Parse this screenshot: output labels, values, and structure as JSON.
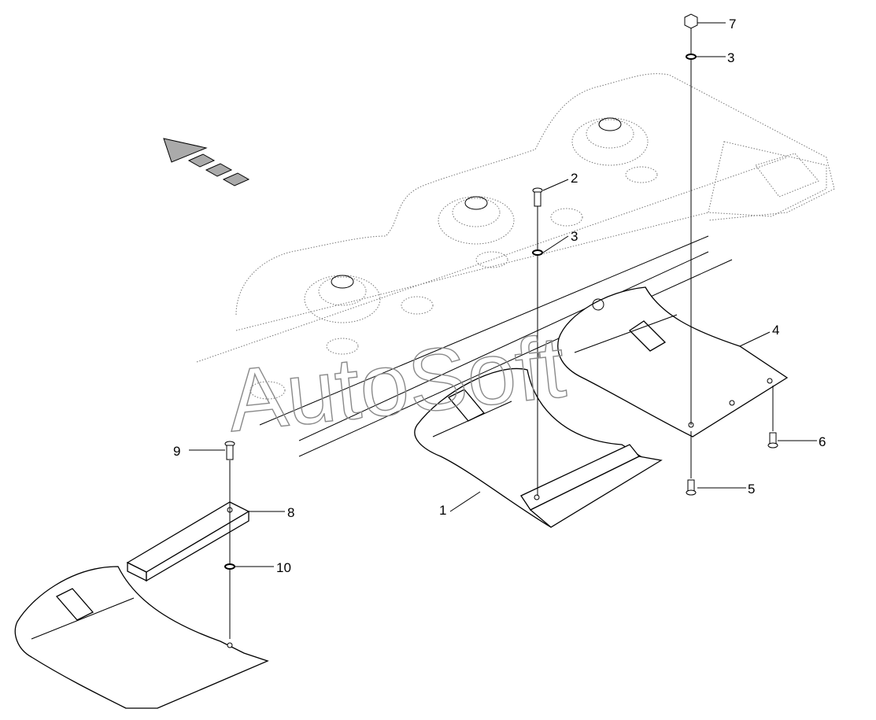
{
  "watermark": "AutoSoft",
  "callouts": [
    {
      "id": "c1",
      "label": "1"
    },
    {
      "id": "c2",
      "label": "2"
    },
    {
      "id": "c3a",
      "label": "3"
    },
    {
      "id": "c3b",
      "label": "3"
    },
    {
      "id": "c4",
      "label": "4"
    },
    {
      "id": "c5",
      "label": "5"
    },
    {
      "id": "c6",
      "label": "6"
    },
    {
      "id": "c7",
      "label": "7"
    },
    {
      "id": "c8",
      "label": "8"
    },
    {
      "id": "c9",
      "label": "9"
    },
    {
      "id": "c10",
      "label": "10"
    }
  ],
  "icons": [
    "direction-arrow-icon"
  ]
}
